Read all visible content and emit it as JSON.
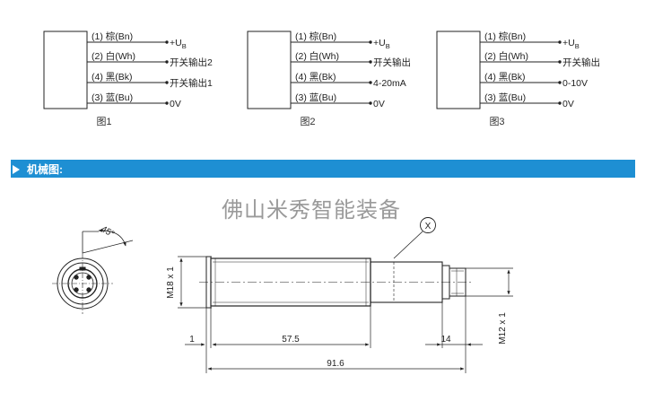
{
  "wiring_diagrams": [
    {
      "caption": "图1",
      "wires": [
        {
          "pin": "(1) 棕(Bn)",
          "signal_main": "+U",
          "signal_sub": "B"
        },
        {
          "pin": "(2) 白(Wh)",
          "signal_main": "开关输出2",
          "signal_sub": ""
        },
        {
          "pin": "(4) 黑(Bk)",
          "signal_main": "开关输出1",
          "signal_sub": ""
        },
        {
          "pin": "(3) 蓝(Bu)",
          "signal_main": "0V",
          "signal_sub": ""
        }
      ]
    },
    {
      "caption": "图2",
      "wires": [
        {
          "pin": "(1) 棕(Bn)",
          "signal_main": "+U",
          "signal_sub": "B"
        },
        {
          "pin": "(2) 白(Wh)",
          "signal_main": "开关输出",
          "signal_sub": ""
        },
        {
          "pin": "(4) 黑(Bk)",
          "signal_main": "4-20mA",
          "signal_sub": ""
        },
        {
          "pin": "(3) 蓝(Bu)",
          "signal_main": "0V",
          "signal_sub": ""
        }
      ]
    },
    {
      "caption": "图3",
      "wires": [
        {
          "pin": "(1) 棕(Bn)",
          "signal_main": "+U",
          "signal_sub": "B"
        },
        {
          "pin": "(2) 白(Wh)",
          "signal_main": "开关输出",
          "signal_sub": ""
        },
        {
          "pin": "(4) 黑(Bk)",
          "signal_main": "0-10V",
          "signal_sub": ""
        },
        {
          "pin": "(3) 蓝(Bu)",
          "signal_main": "0V",
          "signal_sub": ""
        }
      ]
    }
  ],
  "section": {
    "title": "机械图:",
    "bar_color": "#1e8fd3"
  },
  "watermark": "佛山米秀智能装备",
  "drawing": {
    "angle_label": "45°",
    "thread_main": "M18 x 1",
    "thread_connector": "M12 x 1",
    "marker_letter": "X",
    "dim_flange": "1",
    "dim_thread_length": "57.5",
    "dim_connector_length": "14",
    "dim_total_length": "91.6"
  }
}
